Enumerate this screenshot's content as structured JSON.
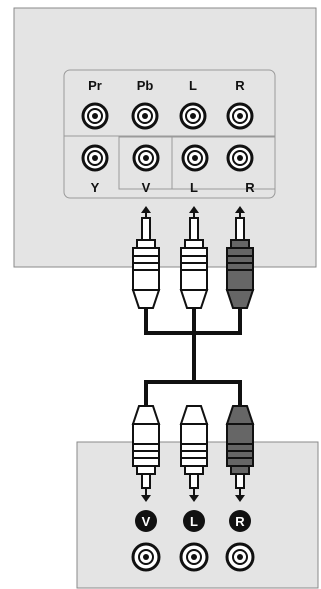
{
  "tv_panel": {
    "top_labels": [
      "Pr",
      "Pb",
      "L",
      "R"
    ],
    "bottom_labels": [
      "Y",
      "V",
      "L",
      "R"
    ]
  },
  "device_panel": {
    "badges": [
      "V",
      "L",
      "R"
    ]
  },
  "colors": {
    "panel": "#e4e4e4",
    "outline": "#222222",
    "plug_video": "#ffffff",
    "plug_left": "#ffffff",
    "plug_right": "#666666",
    "wire": "#111111"
  }
}
